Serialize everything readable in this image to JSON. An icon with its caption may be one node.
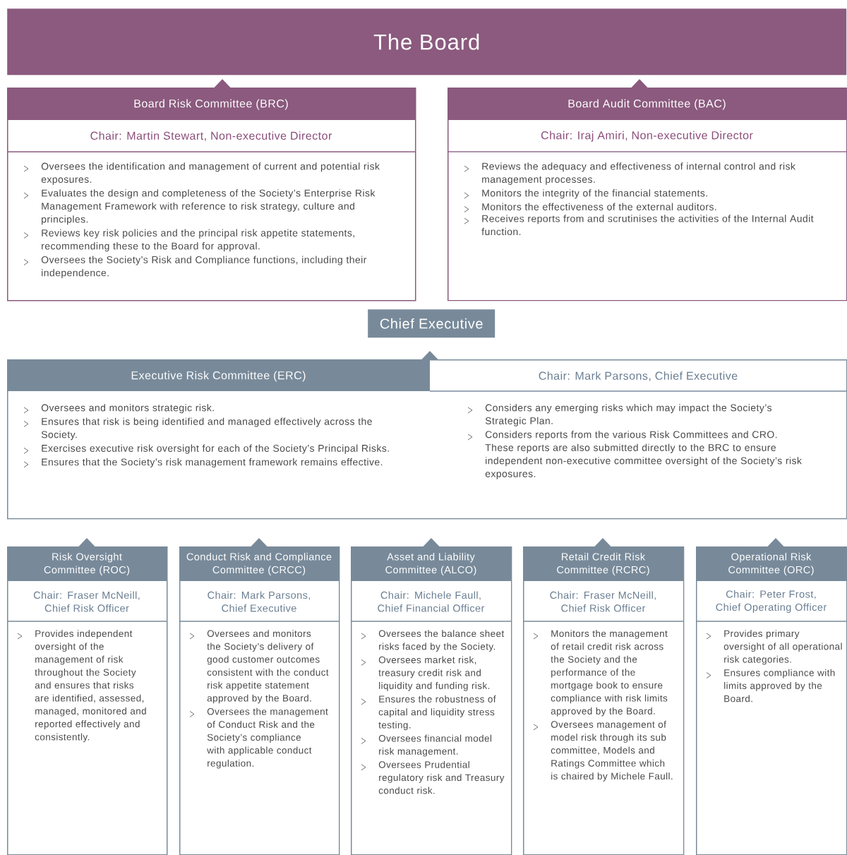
{
  "diagram": {
    "nodes": [
      {
        "text": [
          "The Board"
        ]
      },
      {
        "text": [
          "Board Risk Committee (BRC)",
          "Chair: Martin Stewart, Non-executive Director",
          "Oversees the identification and management of current and potential risk exposures.",
          "Evaluates the design and completeness of the Society’s Enterprise Risk Management Framework with reference to risk strategy, culture and principles.",
          "Reviews key risk policies and the principal risk appetite statements, recommending these to the Board for approval.",
          "Oversees the Society’s Risk and Compliance functions, including their independence."
        ]
      },
      {
        "text": [
          "Board Audit Committee (BAC)",
          "Chair: Iraj Amiri, Non-executive Director",
          "Reviews the adequacy and effectiveness of internal control and risk management processes.",
          "Monitors the integrity of the financial statements.",
          "Monitors the effectiveness of the external auditors.",
          "Receives reports from and scrutinises the activities of the Internal Audit function."
        ]
      },
      {
        "text": [
          "Chief Executive"
        ]
      },
      {
        "text": [
          "Executive Risk Committee (ERC)",
          "Chair: Mark Parsons, Chief Executive",
          "Oversees and monitors strategic risk.",
          "Ensures that risk is being identified and managed effectively across the Society.",
          "Exercises executive risk oversight for each of the Society’s Principal Risks.",
          "Ensures that the Society’s risk management framework remains effective.",
          "Considers any emerging risks which may impact the Society’s Strategic Plan.",
          "Considers reports from the various Risk Committees and CRO. These reports are also submitted directly to the BRC to ensure independent non-executive committee oversight of the Society’s risk exposures."
        ]
      },
      {
        "text": [
          "Risk Oversight Committee (ROC)",
          "Chair: Fraser McNeill, Chief Risk Officer",
          "Provides independent oversight of the management of risk throughout the Society and ensures that risks are identified, assessed, managed, monitored and reported effectively and consistently."
        ]
      },
      {
        "text": [
          "Conduct Risk and Compliance Committee (CRCC)",
          "Chair: Mark Parsons, Chief Executive",
          "Oversees and monitors the Society’s delivery of good customer outcomes consistent with the conduct risk appetite statement approved by the Board.",
          "Oversees the management of Conduct Risk and the Society’s compliance with applicable conduct regulation."
        ]
      },
      {
        "text": [
          "Asset and Liability Committee (ALCO)",
          "Chair: Michele Faull, Chief Financial Officer",
          "Oversees the balance sheet risks faced by the Society.",
          "Oversees market risk, treasury credit risk and liquidity and funding risk.",
          "Ensures the robustness of capital and liquidity stress testing.",
          "Oversees financial model risk management.",
          "Oversees Prudential regulatory risk and Treasury conduct risk."
        ]
      },
      {
        "text": [
          "Retail Credit Risk Committee (RCRC)",
          "Chair: Fraser McNeill, Chief Risk Officer",
          "Monitors the management of retail credit risk across the Society and the performance of the mortgage book to ensure compliance with risk limits approved by the Board.",
          "Oversees management of model risk through its sub committee, Models and Ratings Committee which is chaired by Michele Faull."
        ]
      },
      {
        "text": [
          "Operational Risk Committee (ORC)",
          "Chair: Peter Frost, Chief Operating Officer",
          "Provides primary oversight of all operational risk categories.",
          "Ensures compliance with limits approved by the Board."
        ]
      }
    ]
  }
}
